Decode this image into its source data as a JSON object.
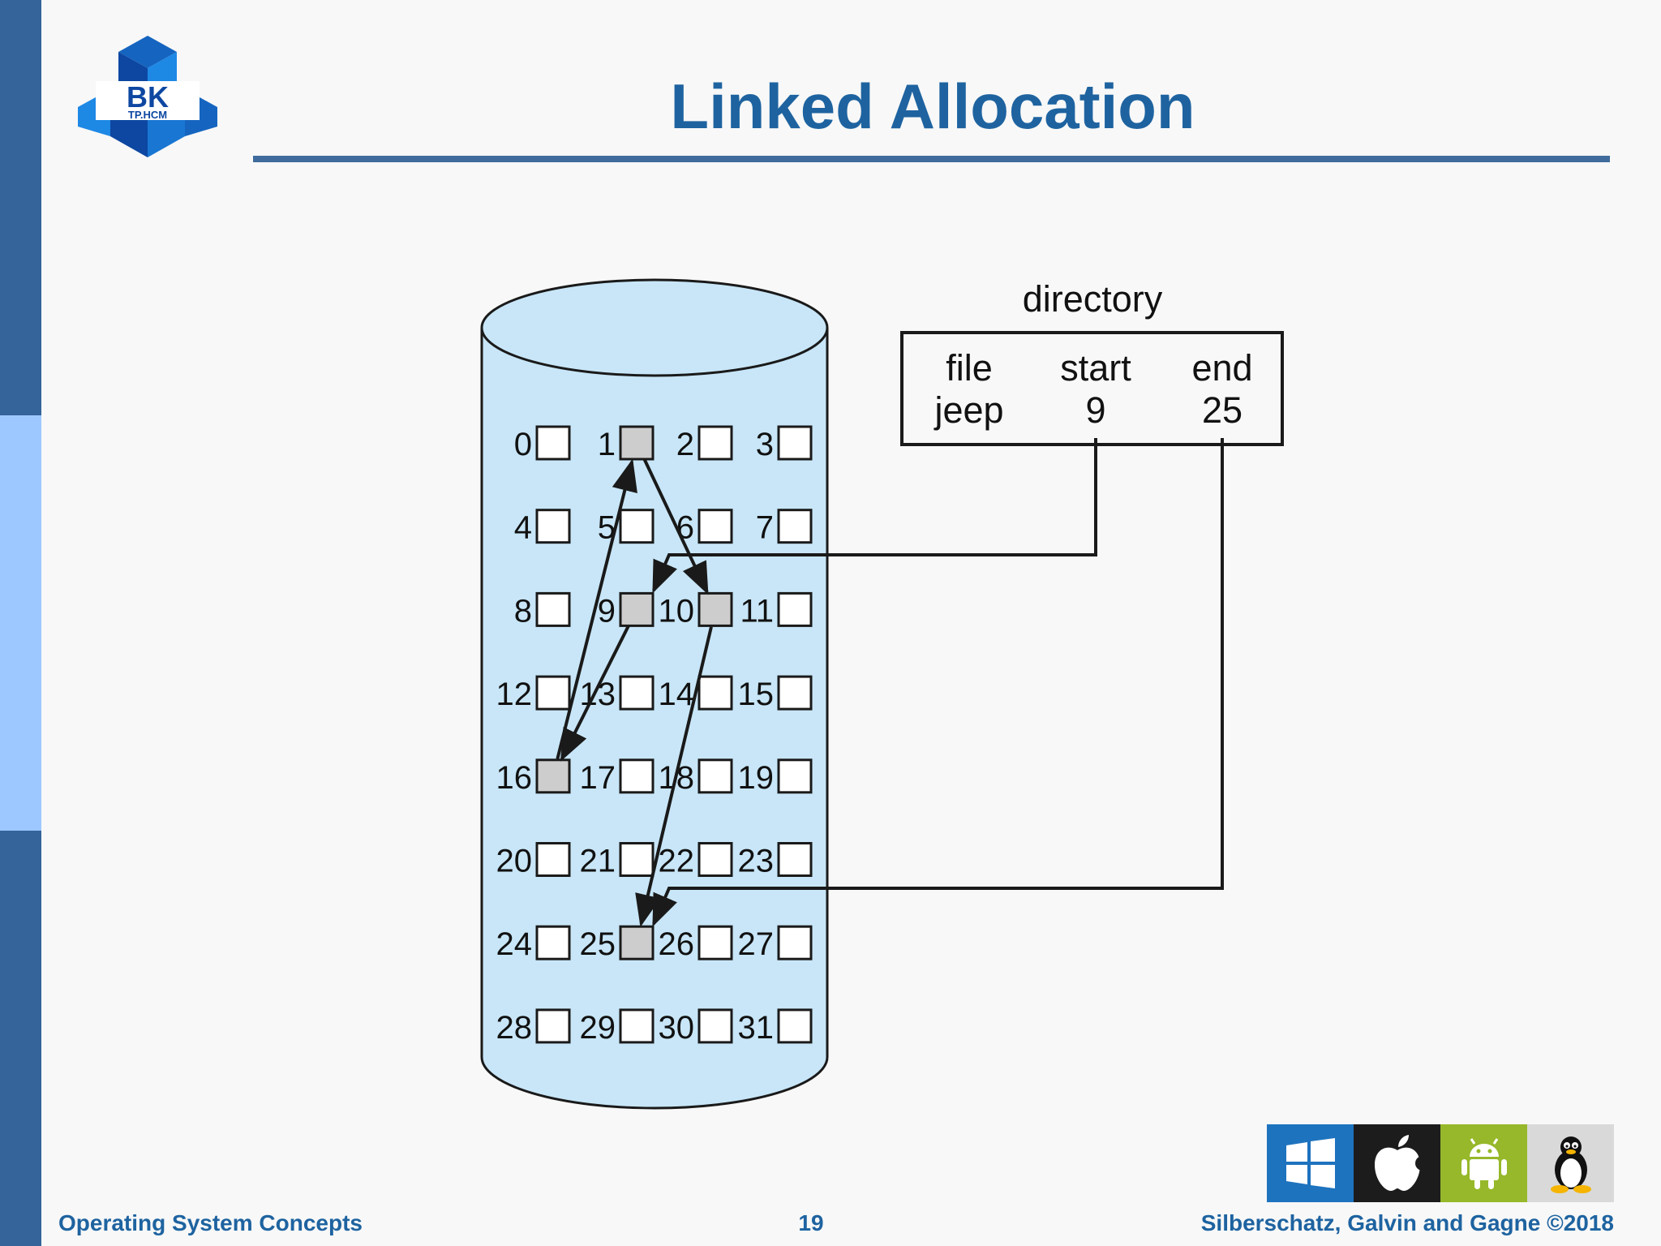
{
  "slide": {
    "title": "Linked Allocation",
    "logo_text": "BK",
    "logo_subtext": "TP.HCM"
  },
  "diagram": {
    "blocks": [
      "0",
      "1",
      "2",
      "3",
      "4",
      "5",
      "6",
      "7",
      "8",
      "9",
      "10",
      "11",
      "12",
      "13",
      "14",
      "15",
      "16",
      "17",
      "18",
      "19",
      "20",
      "21",
      "22",
      "23",
      "24",
      "25",
      "26",
      "27",
      "28",
      "29",
      "30",
      "31"
    ],
    "allocated_blocks": [
      1,
      9,
      10,
      16,
      25
    ],
    "link_chain": [
      9,
      16,
      1,
      10,
      25
    ],
    "directory": {
      "title": "directory",
      "headers": [
        "file",
        "start",
        "end"
      ],
      "row": [
        "jeep",
        "9",
        "25"
      ]
    },
    "colors": {
      "disk_fill": "#c8e6f8",
      "allocated_fill": "#cdcdcd"
    }
  },
  "os_icons": [
    "windows-icon",
    "apple-icon",
    "android-icon",
    "linux-icon"
  ],
  "footer": {
    "left": "Operating System Concepts",
    "page": "19",
    "right": "Silberschatz, Galvin and Gagne ©2018"
  }
}
